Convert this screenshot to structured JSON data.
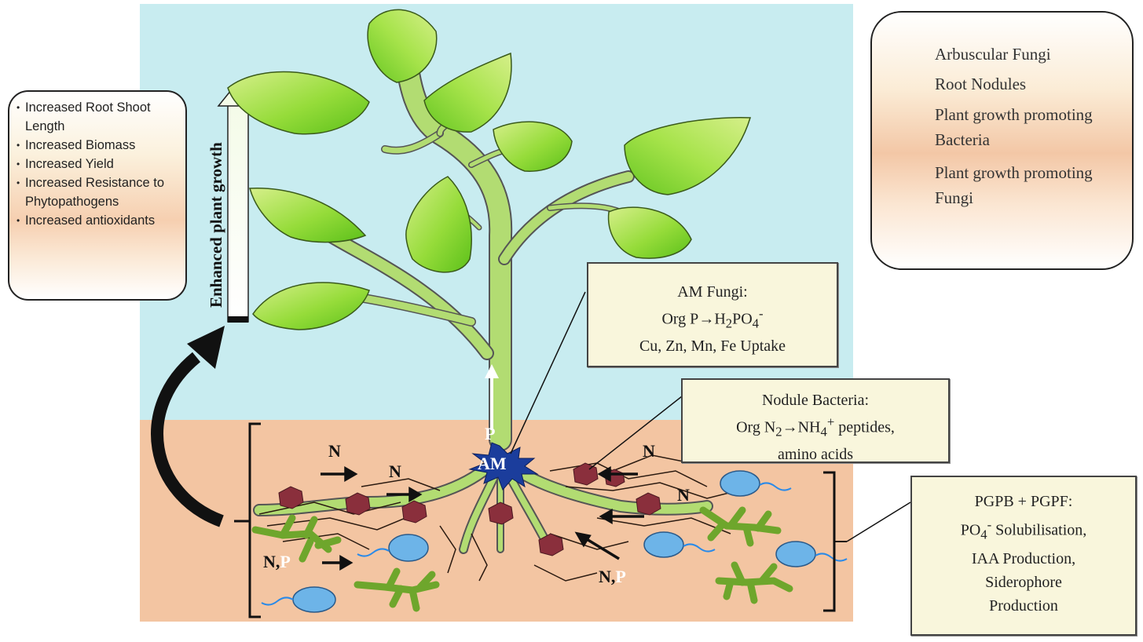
{
  "benefits": {
    "items": [
      "Increased Root Shoot Length",
      "Increased Biomass",
      "Increased Yield",
      "Increased Resistance to Phytopathogens",
      "Increased antioxidants"
    ]
  },
  "growth_arrow_label": "Enhanced plant growth",
  "legend": {
    "items": [
      {
        "icon": "arbuscular-fungi-icon",
        "label": "Arbuscular Fungi"
      },
      {
        "icon": "root-nodule-icon",
        "label": "Root Nodules"
      },
      {
        "icon": "bacteria-icon",
        "label": "Plant growth promoting Bacteria"
      },
      {
        "icon": "fungi-icon",
        "label": "Plant growth promoting Fungi"
      }
    ]
  },
  "am_box": {
    "title": "AM Fungi:",
    "line2_pre": "Org P",
    "line2_post": "H",
    "line2_sub1": "2",
    "line2_mid": "PO",
    "line2_sub2": "4",
    "line2_sup": "-",
    "line3": "Cu, Zn, Mn, Fe Uptake"
  },
  "nodule_box": {
    "title": "Nodule Bacteria:",
    "line2_pre": "Org N",
    "line2_sub1": "2",
    "line2_mid": "NH",
    "line2_sub2": "4",
    "line2_sup": "+",
    "line2_post": " peptides,",
    "line3": "amino acids"
  },
  "pgp_box": {
    "title": "PGPB + PGPF:",
    "line2_pre": "PO",
    "line2_sub": "4",
    "line2_sup": "-",
    "line2_post": " Solubilisation,",
    "line3": "IAA Production,",
    "line4": "Siderophore",
    "line5": "Production"
  },
  "am_label": "AM",
  "p_label": "P",
  "soil_labels": {
    "n1": "N",
    "n2": "N",
    "n3": "N",
    "n4": "N",
    "np1_n": "N,",
    "np1_p": "P",
    "np2_n": "N,",
    "np2_p": "P"
  },
  "colors": {
    "sky": "#c8ecf0",
    "soil": "#f3c5a2",
    "leaf": "#7fd42a",
    "leaf_light": "#c6e978",
    "stem": "#a7d86a",
    "nodule": "#8a2f3c",
    "bacteria": "#6db4e8",
    "fungi": "#6ea62c",
    "am_star": "#1b3d9c"
  }
}
